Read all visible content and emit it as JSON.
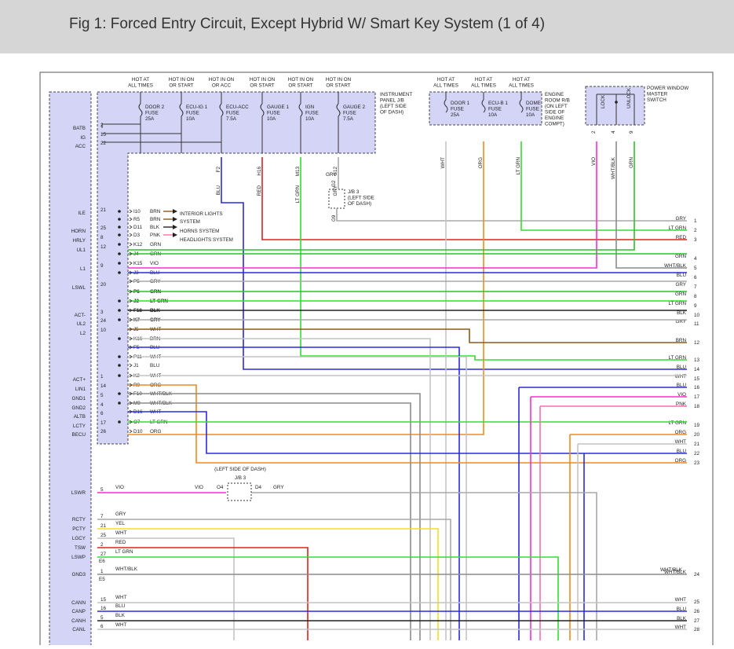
{
  "header": {
    "title": "Fig 1: Forced Entry Circuit, Except Hybrid W/ Smart Key System (1 of 4)"
  },
  "colors": {
    "BRN": "#8b5a1a",
    "BLK": "#222222",
    "PNK": "#ff6fae",
    "GRN": "#2fbf2f",
    "VIO": "#ff2bd6",
    "BLU": "#2a2adf",
    "GRY": "#a8a8a8",
    "LT GRN": "#2fe02f",
    "WHT": "#c4c4c4",
    "ORG": "#f28a1a",
    "WHT/BLK": "#8c8c8c",
    "RED": "#e02020",
    "YEL": "#f0e020",
    "module_fill": "#d4d4f7",
    "module_stroke": "#444444"
  },
  "fuse_boxes": [
    {
      "name": "instrument-panel-jb",
      "label": [
        "INSTRUMENT",
        "PANEL J/B",
        "(LEFT SIDE",
        "OF DASH)"
      ],
      "fuses": [
        {
          "hot": [
            "HOT AT",
            "ALL TIMES"
          ],
          "name": [
            "DOOR 2",
            "FUSE",
            "25A"
          ]
        },
        {
          "hot": [
            "HOT IN ON",
            "OR START"
          ],
          "name": [
            "ECU-IG 1",
            "FUSE",
            "10A"
          ]
        },
        {
          "hot": [
            "HOT IN ON",
            "OR ACC"
          ],
          "name": [
            "ECU-ACC",
            "FUSE",
            "7.5A"
          ]
        },
        {
          "hot": [
            "HOT IN ON",
            "OR START"
          ],
          "name": [
            "GAUGE 1",
            "FUSE",
            "10A"
          ]
        },
        {
          "hot": [
            "HOT IN ON",
            "OR START"
          ],
          "name": [
            "IGN",
            "FUSE",
            "10A"
          ]
        },
        {
          "hot": [
            "HOT IN ON",
            "OR START"
          ],
          "name": [
            "GAUGE 2",
            "FUSE",
            "7.5A"
          ]
        }
      ]
    },
    {
      "name": "engine-room-rb",
      "label": [
        "ENGINE",
        "ROOM R/B",
        "(ON LEFT",
        "SIDE OF",
        "ENGINE",
        "COMPT)"
      ],
      "fuses": [
        {
          "hot": [
            "HOT AT",
            "ALL TIMES"
          ],
          "name": [
            "DOOR 1",
            "FUSE",
            "25A"
          ]
        },
        {
          "hot": [
            "HOT AT",
            "ALL TIMES"
          ],
          "name": [
            "ECU-B 1",
            "FUSE",
            "10A"
          ]
        },
        {
          "hot": [
            "HOT AT",
            "ALL TIMES"
          ],
          "name": [
            "DOME",
            "FUSE",
            "10A"
          ]
        }
      ]
    },
    {
      "name": "power-window-switch",
      "label": [
        "POWER WINDOW",
        "MASTER",
        "SWITCH"
      ],
      "switches": [
        "LOCK",
        "UNLOCK"
      ]
    }
  ],
  "module_pins": [
    {
      "label": "BATB",
      "pin": "2"
    },
    {
      "label": "IG",
      "pin": "15"
    },
    {
      "label": "ACC",
      "pin": "22"
    },
    {
      "label": "ILE",
      "pin": "21"
    },
    {
      "label": "HORN",
      "pin": "25"
    },
    {
      "label": "HRLY",
      "pin": "8"
    },
    {
      "label": "UL1",
      "pin": "12"
    },
    {
      "label": "L1",
      "pin": "9"
    },
    {
      "label": "LSWL",
      "pin": "20"
    },
    {
      "label": "ACT-",
      "pin": "3"
    },
    {
      "label": "UL2",
      "pin": "24"
    },
    {
      "label": "L2",
      "pin": "10"
    },
    {
      "label": "ACT+",
      "pin": "1"
    },
    {
      "label": "LIN1",
      "pin": "14"
    },
    {
      "label": "GND1",
      "pin": "5"
    },
    {
      "label": "GND2",
      "pin": "4"
    },
    {
      "label": "ALTB",
      "pin": "6"
    },
    {
      "label": "LCTY",
      "pin": "17"
    },
    {
      "label": "BECU",
      "pin": "26"
    },
    {
      "label": "LSWR",
      "pin": "5"
    },
    {
      "label": "RCTY",
      "pin": "7"
    },
    {
      "label": "PCTY",
      "pin": "21"
    },
    {
      "label": "LGCY",
      "pin": "25"
    },
    {
      "label": "TSW",
      "pin": "2"
    },
    {
      "label": "LSWP",
      "pin": "27"
    },
    {
      "label": "GND3",
      "pin": "1"
    },
    {
      "label": "CANN",
      "pin": "15"
    },
    {
      "label": "CANP",
      "pin": "16"
    },
    {
      "label": "CANH",
      "pin": "5"
    },
    {
      "label": "CANL",
      "pin": "6"
    }
  ],
  "jb_rows": [
    {
      "conn": "I10",
      "color": "BRN"
    },
    {
      "conn": "R5",
      "color": "BRN"
    },
    {
      "conn": "D11",
      "color": "BLK"
    },
    {
      "conn": "D3",
      "color": "PNK"
    },
    {
      "conn": "K12",
      "color": "GRN"
    },
    {
      "conn": "J4",
      "color": "GRN"
    },
    {
      "conn": "K15",
      "color": "VIO"
    },
    {
      "conn": "J3",
      "color": "BLU"
    },
    {
      "conn": "P5",
      "color": "GRY"
    },
    {
      "conn": "P6",
      "color": "GRN"
    },
    {
      "conn": "J2",
      "color": "LT GRN"
    },
    {
      "conn": "F18",
      "color": "BLK"
    },
    {
      "conn": "K7",
      "color": "GRY"
    },
    {
      "conn": "J5",
      "color": "WHT"
    },
    {
      "conn": "K16",
      "color": "BRN"
    },
    {
      "conn": "F5",
      "color": "BLU"
    },
    {
      "conn": "P11",
      "color": "WHT"
    },
    {
      "conn": "J1",
      "color": "BLU"
    },
    {
      "conn": "K2",
      "color": "WHT"
    },
    {
      "conn": "R9",
      "color": "ORG"
    },
    {
      "conn": "F10",
      "color": "WHT/BLK"
    },
    {
      "conn": "M9",
      "color": "WHT/BLK"
    },
    {
      "conn": "D16",
      "color": "WHT"
    },
    {
      "conn": "O7",
      "color": "LT GRN"
    },
    {
      "conn": "D10",
      "color": "ORG"
    }
  ],
  "systems": [
    "INTERIOR LIGHTS",
    "SYSTEM",
    "HORNS SYSTEM",
    "HEADLIGHTS SYSTEM"
  ],
  "fuse_wire_labels": [
    {
      "pin": "F2",
      "color": "BLU"
    },
    {
      "pin": "H16",
      "color": "RED"
    },
    {
      "pin": "M13",
      "color": "LT GRN"
    },
    {
      "pin": "G12",
      "color": "GRY"
    }
  ],
  "jb3_upper": {
    "label": [
      "J/B 3",
      "(LEFT SIDE",
      "OF DASH)"
    ],
    "pin_top": "G2",
    "pin_bottom": "G9",
    "wire": "GRY"
  },
  "jb3_lower": {
    "title": "(LEFT SIDE OF DASH)",
    "label": "J/B 3",
    "in_pin": "O4",
    "out_pin": "D4",
    "in_color": "VIO",
    "out_color": "GRY"
  },
  "top_right_wires": [
    "WHT",
    "ORG",
    "LT GRN",
    "VIO",
    "WHT/BLK",
    "GRN"
  ],
  "switch_pins": [
    "2",
    "4",
    "9"
  ],
  "right_outputs": [
    {
      "n": "1",
      "color": "GRY"
    },
    {
      "n": "2",
      "color": "LT GRN"
    },
    {
      "n": "3",
      "color": "RED"
    },
    {
      "n": "4",
      "color": "GRN"
    },
    {
      "n": "5",
      "color": "WHT/BLK"
    },
    {
      "n": "6",
      "color": "BLU"
    },
    {
      "n": "7",
      "color": "GRY"
    },
    {
      "n": "8",
      "color": "GRN"
    },
    {
      "n": "9",
      "color": "LT GRN"
    },
    {
      "n": "10",
      "color": "BLK"
    },
    {
      "n": "11",
      "color": "GRY"
    },
    {
      "n": "12",
      "color": "BRN"
    },
    {
      "n": "13",
      "color": "LT GRN"
    },
    {
      "n": "14",
      "color": "BLU"
    },
    {
      "n": "15",
      "color": "WHT"
    },
    {
      "n": "16",
      "color": "BLU"
    },
    {
      "n": "17",
      "color": "VIO"
    },
    {
      "n": "18",
      "color": "PNK"
    },
    {
      "n": "19",
      "color": "LT GRN"
    },
    {
      "n": "20",
      "color": "ORG"
    },
    {
      "n": "21",
      "color": "WHT"
    },
    {
      "n": "22",
      "color": "BLU"
    },
    {
      "n": "23",
      "color": "ORG"
    },
    {
      "n": "24",
      "color": "WHT/BLK"
    },
    {
      "n": "25",
      "color": "WHT"
    },
    {
      "n": "26",
      "color": "BLU"
    },
    {
      "n": "27",
      "color": "BLK"
    },
    {
      "n": "28",
      "color": "WHT"
    }
  ],
  "lower_wires": [
    {
      "label": "VIO",
      "pin": "5"
    },
    {
      "label": "GRY",
      "pin": "7"
    },
    {
      "label": "YEL",
      "pin": "21"
    },
    {
      "label": "WHT",
      "pin": "25"
    },
    {
      "label": "RED",
      "pin": "2"
    },
    {
      "label": "LT GRN",
      "pin": "27"
    },
    {
      "label": "WHT/BLK",
      "pin": "1"
    },
    {
      "label": "WHT",
      "pin": "15"
    },
    {
      "label": "BLU",
      "pin": "16"
    },
    {
      "label": "BLK",
      "pin": "5"
    },
    {
      "label": "WHT",
      "pin": "6"
    }
  ],
  "ground_labels": [
    "E6",
    "E5"
  ]
}
